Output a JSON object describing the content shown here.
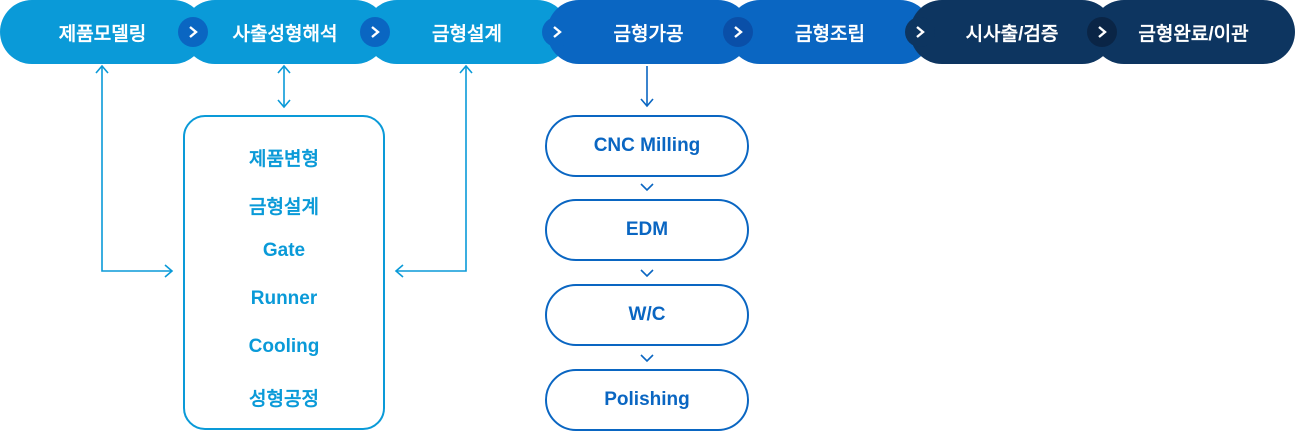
{
  "steps": [
    {
      "label": "제품모델링",
      "color": "#0a9ad8"
    },
    {
      "label": "사출성형해석",
      "color": "#0a9ad8"
    },
    {
      "label": "금형설계",
      "color": "#0a9ad8"
    },
    {
      "label": "금형가공",
      "color": "#0a66c2"
    },
    {
      "label": "금형조립",
      "color": "#0a66c2"
    },
    {
      "label": "시사출/검증",
      "color": "#0d3560"
    },
    {
      "label": "금형완료/이관",
      "color": "#0d3560"
    }
  ],
  "chevron_colors": [
    "#0a66c2",
    "#0a66c2",
    "#0a66c2",
    "#0a4fa8",
    "#0d3560",
    "#0a2546"
  ],
  "simulation_items": [
    "제품변형",
    "금형설계",
    "Gate",
    "Runner",
    "Cooling",
    "성형공정"
  ],
  "machining_steps": [
    "CNC Milling",
    "EDM",
    "W/C",
    "Polishing"
  ],
  "colors": {
    "light_blue": "#0a9ad8",
    "blue": "#0a66c2",
    "navy": "#0d3560"
  }
}
